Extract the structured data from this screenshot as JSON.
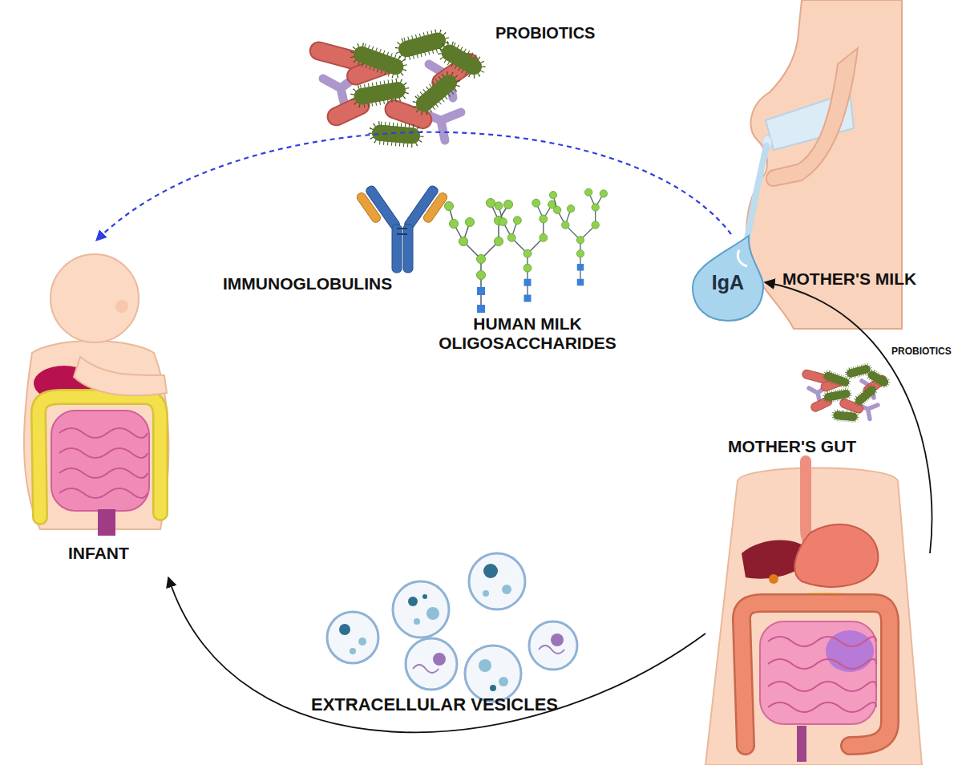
{
  "diagram": {
    "nodes": [
      {
        "text": [
          "INFANT"
        ]
      },
      {
        "text": [
          "MOTHER'S MILK"
        ]
      },
      {
        "text": [
          "IgA"
        ],
        "in": 1
      },
      {
        "text": [
          "MOTHER'S GUT"
        ]
      }
    ],
    "edges": [
      {
        "from": 3,
        "to": 2,
        "arrow": "to"
      },
      {
        "from": 3,
        "to": 0,
        "arrow": "to"
      },
      {
        "from": 2,
        "to": 0,
        "arrow": "to"
      }
    ],
    "labels": [
      "PROBIOTICS",
      "IMMUNOGLOBULINS",
      "HUMAN MILK OLIGOSACCHARIDES",
      "PROBIOTICS",
      "EXTRACELLULAR VESICLES"
    ]
  }
}
